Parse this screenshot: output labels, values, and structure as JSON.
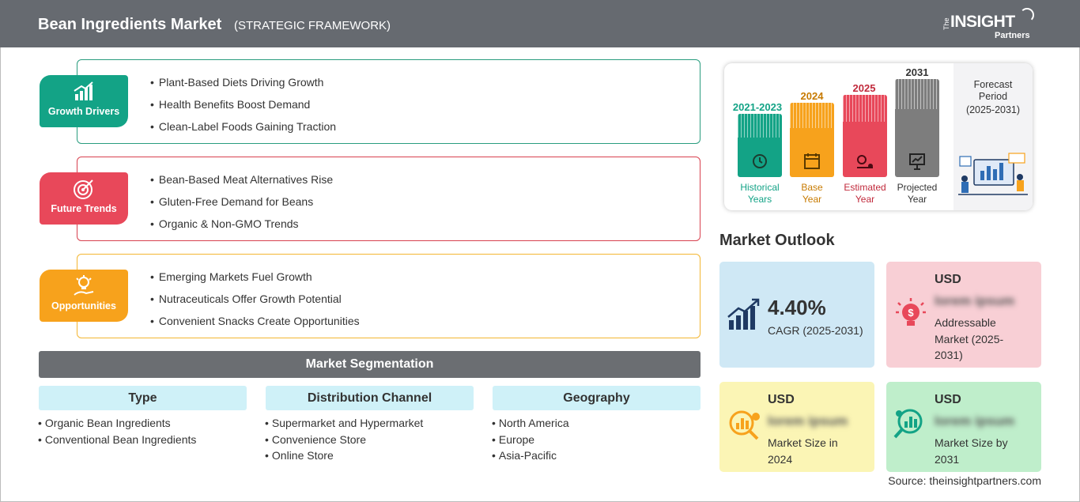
{
  "header": {
    "title": "Bean Ingredients Market",
    "subtitle": "(STRATEGIC FRAMEWORK)",
    "logo": {
      "the": "The",
      "brand": "INSIGHT",
      "sub": "Partners"
    }
  },
  "framework": [
    {
      "label": "Growth Drivers",
      "color": "#13a386",
      "border": "#2a9d7f",
      "items": [
        "Plant-Based Diets Driving Growth",
        "Health Benefits Boost Demand",
        "Clean-Label Foods Gaining Traction"
      ]
    },
    {
      "label": "Future Trends",
      "color": "#e8485a",
      "border": "#d8414f",
      "items": [
        "Bean-Based Meat Alternatives Rise",
        "Gluten-Free Demand for Beans",
        "Organic & Non-GMO Trends"
      ]
    },
    {
      "label": "Opportunities",
      "color": "#f7a21c",
      "border": "#f3b632",
      "items": [
        "Emerging Markets Fuel Growth",
        "Nutraceuticals Offer Growth Potential",
        "Convenient Snacks Create Opportunities"
      ]
    }
  ],
  "segmentation": {
    "title": "Market Segmentation",
    "columns": [
      {
        "heading": "Type",
        "items": [
          "Organic Bean Ingredients",
          "Conventional Bean Ingredients"
        ]
      },
      {
        "heading": "Distribution Channel",
        "items": [
          "Supermarket and Hypermarket",
          "Convenience Store",
          "Online Store"
        ]
      },
      {
        "heading": "Geography",
        "items": [
          "North America",
          "Europe",
          "Asia-Pacific"
        ]
      }
    ]
  },
  "timeline": {
    "periods": [
      {
        "year": "2021-2023",
        "caption_1": "Historical",
        "caption_2": "Years",
        "color": "#13a386"
      },
      {
        "year": "2024",
        "caption_1": "Base",
        "caption_2": "Year",
        "color": "#f7a21c"
      },
      {
        "year": "2025",
        "caption_1": "Estimated",
        "caption_2": "Year",
        "color": "#e8485a"
      },
      {
        "year": "2031",
        "caption_1": "Projected",
        "caption_2": "Year",
        "color": "#7d7d7d"
      }
    ],
    "forecast_title": "Forecast Period",
    "forecast_period": "(2025-2031)"
  },
  "outlook": {
    "title": "Market Outlook",
    "cagr": {
      "value": "4.40%",
      "label": "CAGR (2025-2031)"
    },
    "addressable": {
      "currency": "USD",
      "value": "lorem ipsum",
      "label": "Addressable Market (2025-2031)"
    },
    "size_2024": {
      "currency": "USD",
      "value": "lorem ipsum",
      "label": "Market Size in 2024"
    },
    "size_2031": {
      "currency": "USD",
      "value": "lorem ipsum",
      "label": "Market Size by 2031"
    }
  },
  "source": "Source: theinsightpartners.com",
  "colors": {
    "header": "#666a70",
    "teal": "#13a386",
    "red": "#e8485a",
    "orange": "#f7a21c",
    "navy": "#1f3a64"
  }
}
